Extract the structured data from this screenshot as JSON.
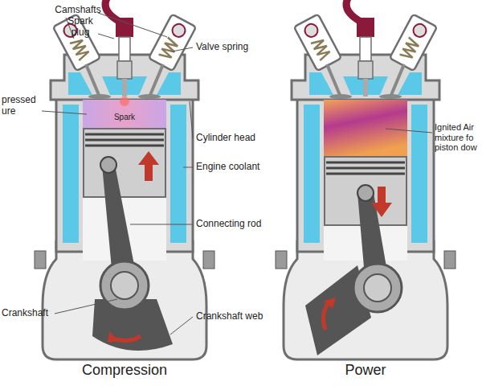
{
  "diagram": {
    "labels": [
      "Camshafts",
      "Spark plug",
      "Valve spring",
      "pressed ure",
      "Spark",
      "Cylinder head",
      "Engine coolant",
      "Connecting rod",
      "Crankshaft",
      "Crankshaft web",
      "Compression",
      "Power",
      "Ignited Air mixture fo piston dow"
    ]
  }
}
